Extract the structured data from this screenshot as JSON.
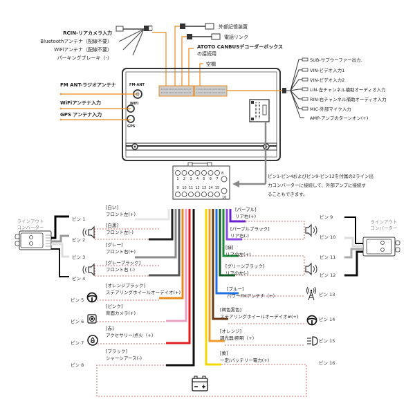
{
  "top_left_cables": [
    "RCIN-リアカメラ入力",
    "Bluetoothアンテナ（配線不要）",
    "WiFiアンテナ（配線不要）",
    "パーキングブレーキ（-）"
  ],
  "top_center_labels": {
    "usb": "外部記憶装置",
    "phone": "電話リンク",
    "canbus_line1": "ATOTO CANBUSデコーダーボックス",
    "canbus_line2": "の接続用",
    "spare": "空欄"
  },
  "right_cables": [
    "SUB-サブウーファー出力.",
    "VIN-ビデオ入力1",
    "VIN-ビデオ入力2",
    "LIN-左チャンネル補助オーディオ入力",
    "RIN-右チャンネル補助オーディオ入力",
    "MIC-外部マイク入力",
    "AMP-アンプのターンオン(+)"
  ],
  "left_antennas": [
    "FM ANT-ラジオアンテナ",
    "WiFiアンテナ入力",
    "GPS アンテナ入力"
  ],
  "unit_ports": {
    "fm": "FM-ANT",
    "wifi": "WiFi",
    "gps": "GPS"
  },
  "connector_pins": {
    "top_row": [
      "1",
      "2",
      "3",
      "4",
      "5",
      "6",
      "7"
    ],
    "top_right": "8",
    "bottom_row": [
      "9",
      "10",
      "11",
      "12",
      "13",
      "14",
      "15"
    ],
    "bottom_right": "16"
  },
  "note": [
    "ピン1-ピン4およびピン9-ピン12を付属の2ライン出",
    "力コンバーターに接続して、外部アンプに接続す",
    "ることもできます。"
  ],
  "converter_label": [
    "ラインアウト",
    "コンバーター"
  ],
  "left_wires": [
    {
      "pin": "ピン 1",
      "color_name": "[白い]",
      "func": "フロント左(+)",
      "color": "#e6e6e6"
    },
    {
      "pin": "ピン 2",
      "color_name": "[白黒]",
      "func": "フロント左(-)",
      "color": "#222222"
    },
    {
      "pin": "ピン 3",
      "color_name": "[グレー]",
      "func": "フロント右(+)",
      "color": "#8a8a8a"
    },
    {
      "pin": "ピン 4",
      "color_name": "[グレーブラック]",
      "func": "フロント右 (-)",
      "color": "#555555"
    },
    {
      "pin": "ピン 5",
      "color_name": "[オレンジブラック]",
      "func": "ステアリングホイールオーデイオ(+)",
      "color": "#e8891c"
    },
    {
      "pin": "ピン 6",
      "color_name": "[ピンク]",
      "func": "背面カメラ(+)",
      "color": "#e8a0c4"
    },
    {
      "pin": "ピン 7",
      "color_name": "[赤]",
      "func": "アクセサリー/点火（+）",
      "color": "#e01b1b"
    },
    {
      "pin": "ピン 8",
      "color_name": "[ブラック]",
      "func": "シャーシアース(-)",
      "color": "#111111"
    }
  ],
  "right_wires": [
    {
      "pin": "ピン 9",
      "color_name": "[パープル]",
      "func": "リア右(+)",
      "color": "#6a1fd1"
    },
    {
      "pin": "ピン 10",
      "color_name": "[パープルブラック]",
      "func": "リア右(-)",
      "color": "#8a4ae0"
    },
    {
      "pin": "ピン 11",
      "color_name": "[緑]",
      "func": "リアの左(+)",
      "color": "#1d8a3a"
    },
    {
      "pin": "ピン 12",
      "color_name": "[グリーンブラック]",
      "func": "リアの左(-)",
      "color": "#0e5a25"
    },
    {
      "pin": "ピン 13",
      "color_name": "[ブルー]",
      "func": "パワーFMアンテナ（+）",
      "color": "#1e6fe0"
    },
    {
      "pin": "ピン 14",
      "color_name": "[褐色黒色]",
      "func": "ステアリングホイールオーデイオ#(+)",
      "color": "#6b3a12"
    },
    {
      "pin": "ピン 15",
      "color_name": "[オレンジ]",
      "func": "調光器/照明（+）",
      "color": "#f09a2a"
    },
    {
      "pin": "ピン 16",
      "color_name": "[黄]",
      "func": "一定/バッテリー電力(+)",
      "color": "#f5d800"
    }
  ],
  "colors": {
    "accent_orange": "#e8891c",
    "dashed_red": "#c84040",
    "outline": "#333333"
  }
}
